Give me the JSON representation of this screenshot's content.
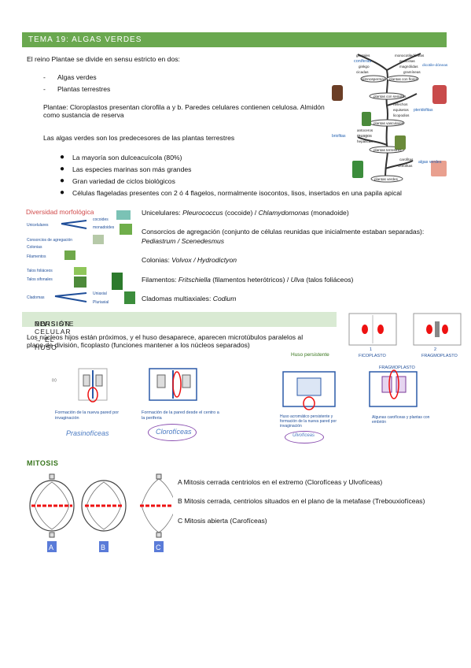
{
  "header": {
    "title": "TEMA 19: ALGAS VERDES"
  },
  "intro": {
    "line": "El reino Plantae se divide en sensu estricto en dos:",
    "items": [
      "Algas verdes",
      "Plantas terrestres"
    ],
    "plantae": "Plantae: Cloroplastos presentan clorofila a y b. Paredes celulares contienen celulosa. Almidón como sustancia de reserva",
    "predecessors": "Las algas verdes son los predecesores de las plantas terrestres",
    "bullets": [
      "La mayoría son dulceacuícola (80%)",
      "Las especies marinas son más grandes",
      "Gran variedad de ciclos biológicos",
      "Células flageladas presentes con 2 ó 4 flagelos, normalmente isocontos, lisos, insertados en una papila apical"
    ]
  },
  "tree": {
    "labels": [
      "gnetales",
      "coníferas",
      "ginkgo",
      "cicadas",
      "monocotiledóneas",
      "eudicotas",
      "magnólidas",
      "gramíneas",
      "dicotile-dóneas",
      "gimnospermas",
      "plantas con flores",
      "plantas con semillas",
      "helechos",
      "equisetos",
      "licopodios",
      "pteridofitas",
      "plantas vasculares",
      "antoceros",
      "musgos",
      "hepáticas",
      "briofitas",
      "plantas terrestres",
      "carofitas",
      "clorofitas",
      "algas verdes",
      "plantas verdes"
    ]
  },
  "morpho": {
    "title": "Diversidad morfológica",
    "labels": [
      "Unicelulares",
      "cocoides",
      "monadoides",
      "Consorcios de agregación",
      "Colonias",
      "Filamentos",
      "Talos foliáceos",
      "Talos sifonales",
      "Cladomas",
      "Uniaxial",
      "Pluriaxial"
    ],
    "unicelulares": {
      "label": "Unicelulares: ",
      "a": "Pleurococcus",
      "b": " (cocoide) / ",
      "c": "Chlamydomonas",
      "d": " (monadoide)"
    },
    "consorcios": {
      "label": "Consorcios de agregación (conjunto de células reunidas que inicialmente estaban separadas):",
      "a": "Pediastrum / Scenedesmus"
    },
    "colonias": {
      "label": "Colonias: ",
      "a": "Volvox / Hydrodictyon"
    },
    "filamentos": {
      "label": "Filamentos: ",
      "a": "Fritschiella",
      "b": " (filamentos heterótricos) / ",
      "c": "Ulva",
      "d": " (talos foliáceos)"
    },
    "cladomas": {
      "label": "Cladomas multiaxiales: ",
      "a": "Codium"
    }
  },
  "division": {
    "title_a": "DIVISIÓN CELULAR → EL HUSO ",
    "title_no": "NO",
    "title_b": " PERSISTE",
    "text": "Los núcleos hijos están próximos, y el huso desaparece, aparecen microtúbulos paralelos al plano de división, ficoplasto (funciones mantener a los núcleos separados)",
    "fico_nums": [
      "1",
      "2"
    ],
    "fico_labels": [
      "FICOPLASTO",
      "FRAGMOPLASTO"
    ],
    "huso_persistente": "Huso persistente",
    "fragmoplasto": "FRAGMOPLASTO",
    "captions": [
      "Formación de la nueva pared por invaginación",
      "Formación de la pared desde el centro a la periferia",
      "Huso acromático persistente y formación de la nueva pared por invaginación",
      "Algunas carofíceas y plantas con embrión"
    ],
    "panel_c": "(c)",
    "groups": [
      "Prasinofíceas",
      "Clorofíceas",
      "Ulvofíceas"
    ]
  },
  "mitosis": {
    "title": "MITOSIS",
    "panel_labels": [
      "A",
      "B",
      "C"
    ],
    "items": [
      "A Mitosis cerrada centriolos en el extremo (Clorofíceas y Ulvofíceas)",
      "B Mitosis cerrada, centriolos situados en el plano de la metafase (Trebouxiofíceas)",
      "C Mitosis abierta (Carofíceas)"
    ]
  }
}
